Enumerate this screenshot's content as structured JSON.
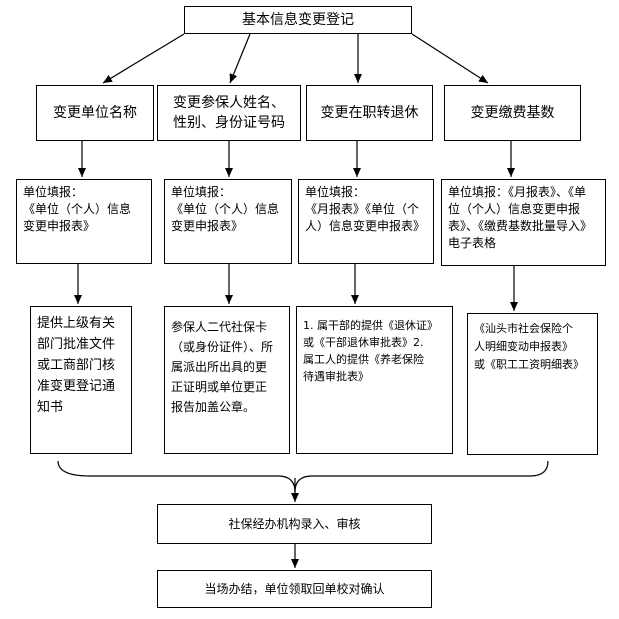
{
  "title": "基本信息变更登记",
  "categories": [
    "变更单位名称",
    "变更参保人姓名、\n性别、身份证号码",
    "变更在职转退休",
    "变更缴费基数"
  ],
  "forms": [
    "单位填报：\n《单位（个人）信息\n变更申报表》",
    "单位填报：\n《单位（个人）信息\n变更申报表》",
    "单位填报：\n《月报表》《单位（个\n人）信息变更申报表》",
    "单位填报：《月报表》、《单\n位（个人）信息变更申报\n表》、《缴费基数批量导入》\n电子表格"
  ],
  "materials": [
    "提供上级有关\n部门批准文件\n或工商部门核\n准变更登记通\n知书",
    "参保人二代社保卡\n（或身份证件）、所\n属派出所出具的更\n正证明或单位更正\n报告加盖公章。",
    "1. 属干部的提供《退休证》\n或《干部退休审批表》2.\n属工人的提供《养老保险\n待遇审批表》",
    "《汕头市社会保险个\n人明细变动申报表》\n或《职工工资明细表》"
  ],
  "review": "社保经办机构录入、审核",
  "final": "当场办结，单位领取回单校对确认"
}
